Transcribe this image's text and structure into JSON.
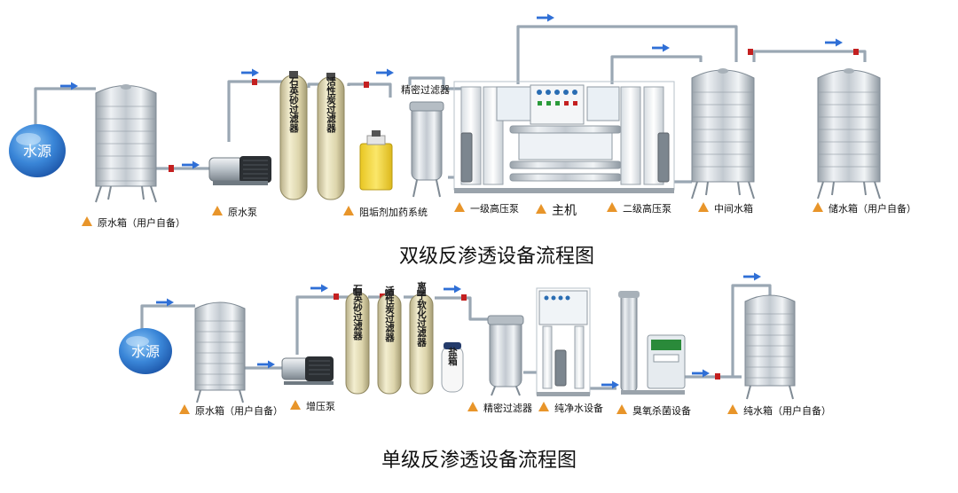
{
  "top": {
    "title": "双级反渗透设备流程图",
    "source": "水源",
    "labels": {
      "raw_tank": "原水箱（用户自备）",
      "raw_pump": "原水泵",
      "quartz_filter": "石英砂过滤器",
      "carbon_filter": "活性炭过滤器",
      "antiscalant": "阻垢剂加药系统",
      "precision_filter": "精密过滤器",
      "pump1": "一级高压泵",
      "main_unit": "主机",
      "pump2": "二级高压泵",
      "mid_tank": "中间水箱",
      "storage_tank": "储水箱（用户自备）"
    }
  },
  "bottom": {
    "title": "单级反渗透设备流程图",
    "source": "水源",
    "labels": {
      "raw_tank": "原水箱（用户自备）",
      "booster_pump": "增压泵",
      "quartz_filter": "石英砂过滤器",
      "carbon_filter": "活性炭过滤器",
      "softener": "离子软化过滤器",
      "salt_box": "盐箱",
      "precision_filter": "精密过滤器",
      "ro_unit": "纯净水设备",
      "ozone": "臭氧杀菌设备",
      "pure_tank": "纯水箱（用户自备）"
    }
  },
  "colors": {
    "pipe": "#9aa7b3",
    "steel": "#c9d0d6",
    "filter_tank": "#e6dfb8",
    "valve": "#c42020",
    "marker": "#e8952a",
    "flow_arrow": "#2f6fd6",
    "source_blue": "#2f79d0",
    "dosing_tank": "#f4d93a"
  }
}
